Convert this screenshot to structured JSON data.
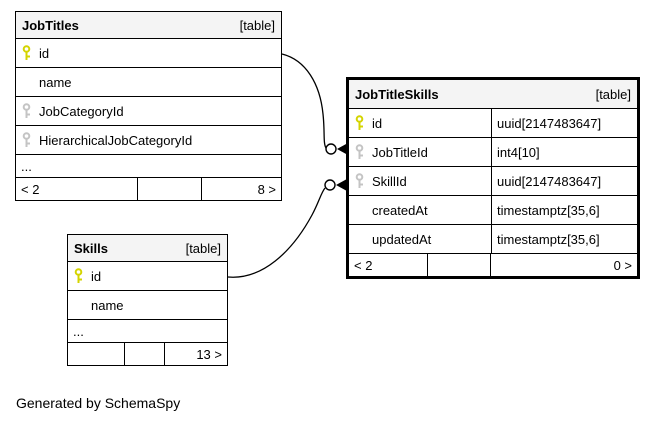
{
  "generated_note": "Generated by SchemaSpy",
  "colors": {
    "primary_key": "#d4d400",
    "foreign_key": "#c4c4c4",
    "header_bg": "#f4f4f4",
    "border": "#000000"
  },
  "tables": [
    {
      "name": "JobTitles",
      "badge": "[table]",
      "columns": [
        {
          "name": "id",
          "key": "primary"
        },
        {
          "name": "name",
          "key": "none"
        },
        {
          "name": "JobCategoryId",
          "key": "foreign"
        },
        {
          "name": "HierarchicalJobCategoryId",
          "key": "foreign"
        }
      ],
      "ellipsis": "...",
      "footer": {
        "left": "< 2",
        "middle": "",
        "right": "8 >"
      }
    },
    {
      "name": "JobTitleSkills",
      "badge": "[table]",
      "columns": [
        {
          "name": "id",
          "type": "uuid[2147483647]",
          "key": "primary"
        },
        {
          "name": "JobTitleId",
          "type": "int4[10]",
          "key": "foreign"
        },
        {
          "name": "SkillId",
          "type": "uuid[2147483647]",
          "key": "foreign"
        },
        {
          "name": "createdAt",
          "type": "timestamptz[35,6]",
          "key": "none"
        },
        {
          "name": "updatedAt",
          "type": "timestamptz[35,6]",
          "key": "none"
        }
      ],
      "footer": {
        "left": "< 2",
        "middle": "",
        "right": "0 >"
      }
    },
    {
      "name": "Skills",
      "badge": "[table]",
      "columns": [
        {
          "name": "id",
          "key": "primary"
        },
        {
          "name": "name",
          "key": "none"
        }
      ],
      "ellipsis": "...",
      "footer": {
        "left": "",
        "middle": "",
        "right": "13 >"
      }
    }
  ],
  "relationships": [
    {
      "from": "JobTitles.id",
      "to": "JobTitleSkills.JobTitleId"
    },
    {
      "from": "Skills.id",
      "to": "JobTitleSkills.SkillId"
    }
  ]
}
